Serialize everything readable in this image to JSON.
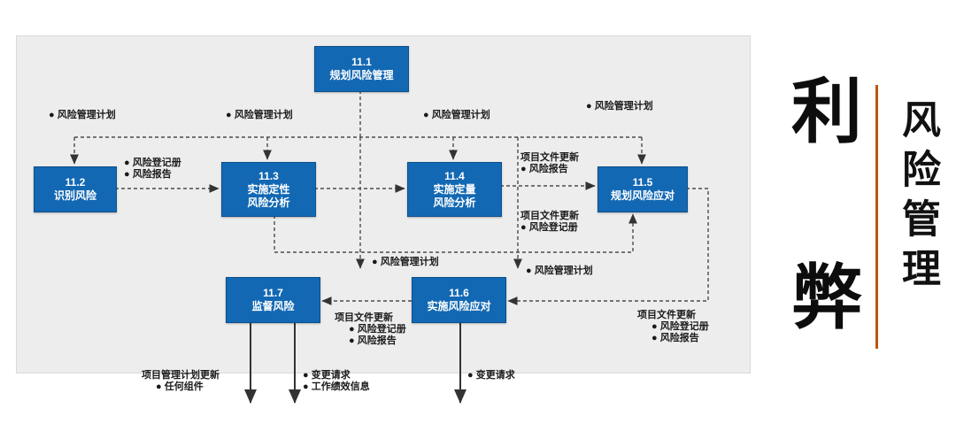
{
  "colors": {
    "process_box": "#1268b3",
    "accent_line": "#c0530f",
    "connector": "#4d4d4d",
    "panel_background": "#ededed"
  },
  "boxes": [
    {
      "num": "11.1",
      "l1": "规划风险管理"
    },
    {
      "num": "11.2",
      "l1": "识别风险"
    },
    {
      "num": "11.3",
      "l1": "实施定性",
      "l2": "风险分析"
    },
    {
      "num": "11.4",
      "l1": "实施定量",
      "l2": "风险分析"
    },
    {
      "num": "11.5",
      "l1": "规划风险应对"
    },
    {
      "num": "11.7",
      "l1": "监督风险"
    },
    {
      "num": "11.6",
      "l1": "实施风险应对"
    }
  ],
  "labels": [
    {
      "lines": [
        "● 风险管理计划"
      ]
    },
    {
      "lines": [
        "● 风险管理计划"
      ]
    },
    {
      "lines": [
        "● 风险管理计划"
      ]
    },
    {
      "lines": [
        "● 风险管理计划"
      ]
    },
    {
      "lines": [
        "● 风险登记册",
        "● 风险报告"
      ]
    },
    {
      "lines": [
        "项目文件更新",
        "● 风险报告"
      ]
    },
    {
      "lines": [
        "项目文件更新",
        "● 风险登记册"
      ]
    },
    {
      "lines": [
        "● 风险管理计划"
      ]
    },
    {
      "lines": [
        "● 风险管理计划"
      ]
    },
    {
      "lines": [
        "项目文件更新",
        "● 风险登记册",
        "● 风险报告"
      ]
    },
    {
      "lines": [
        "项目文件更新",
        "● 风险登记册",
        "● 风险报告"
      ]
    },
    {
      "lines": [
        "项目管理计划更新",
        "● 任何组件"
      ]
    },
    {
      "lines": [
        "● 变更请求",
        "● 工作绩效信息"
      ]
    },
    {
      "lines": [
        "● 变更请求"
      ]
    }
  ],
  "sidebar": {
    "pro": "利",
    "con": "弊",
    "title": "风险管理"
  }
}
